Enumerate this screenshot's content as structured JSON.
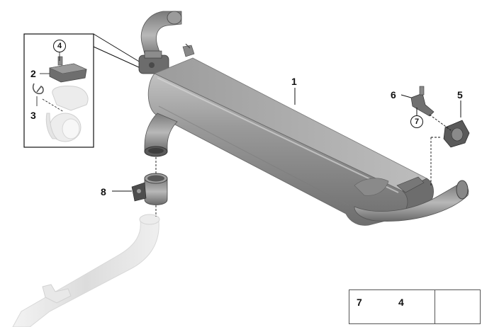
{
  "callouts": {
    "c1": "1",
    "c2": "2",
    "c3": "3",
    "c4": "4",
    "c5": "5",
    "c6": "6",
    "c7": "7",
    "c8": "8"
  },
  "legend": {
    "nut_number": "7",
    "bolt_number": "4"
  },
  "colors": {
    "part_gray": "#8a8a8a",
    "part_dark": "#5e5e5e",
    "ghost": "#e6e6e6",
    "line": "#111111"
  }
}
